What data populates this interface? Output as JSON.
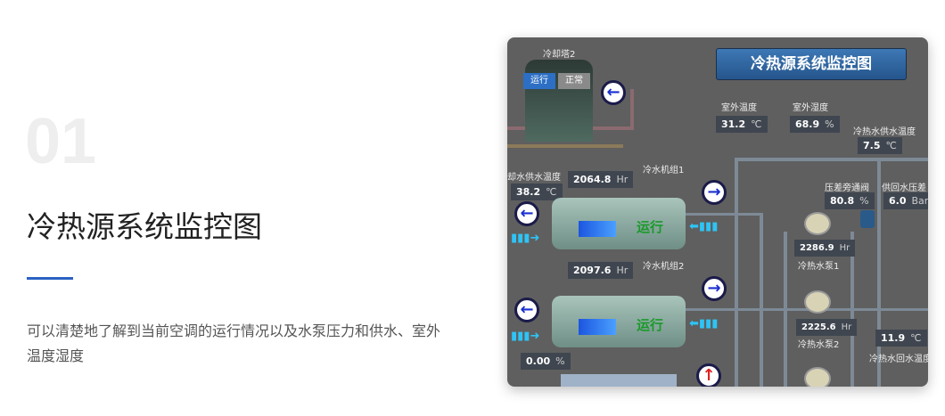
{
  "section": {
    "number": "01",
    "title": "冷热源系统监控图",
    "description": "可以清楚地了解到当前空调的运行情况以及水泵压力和供水、室外温度湿度"
  },
  "diagram": {
    "header": "冷热源系统监控图",
    "cooling_tower": {
      "label": "冷却塔2",
      "status_run": "运行",
      "status_ok": "正常"
    },
    "outdoor_temp": {
      "label": "室外温度",
      "value": "31.2",
      "unit": "℃"
    },
    "outdoor_humidity": {
      "label": "室外湿度",
      "value": "68.9",
      "unit": "%"
    },
    "chw_supply_temp": {
      "label": "冷热水供水温度",
      "value": "7.5",
      "unit": "℃"
    },
    "cw_supply_temp": {
      "label": "却水供水温度",
      "value": "38.2",
      "unit": "℃"
    },
    "bypass_valve": {
      "label": "压差旁通阀",
      "value": "80.8",
      "unit": "%"
    },
    "pressure_diff": {
      "label": "供回水压差",
      "value": "6.0",
      "unit": "Bar"
    },
    "chiller1": {
      "label": "冷水机组1",
      "hours": "2064.8",
      "unit": "Hr",
      "status": "运行"
    },
    "chiller2": {
      "label": "冷水机组2",
      "hours": "2097.6",
      "unit": "Hr",
      "status": "运行"
    },
    "pump1": {
      "label": "冷热水泵1",
      "hours": "2286.9",
      "unit": "Hr"
    },
    "pump2": {
      "label": "冷热水泵2",
      "hours": "2225.6",
      "unit": "Hr"
    },
    "chw_return_temp": {
      "label": "冷热水回水温度",
      "value": "11.9",
      "unit": "℃"
    },
    "misc_value": {
      "value": "0.00",
      "unit": "%"
    }
  }
}
